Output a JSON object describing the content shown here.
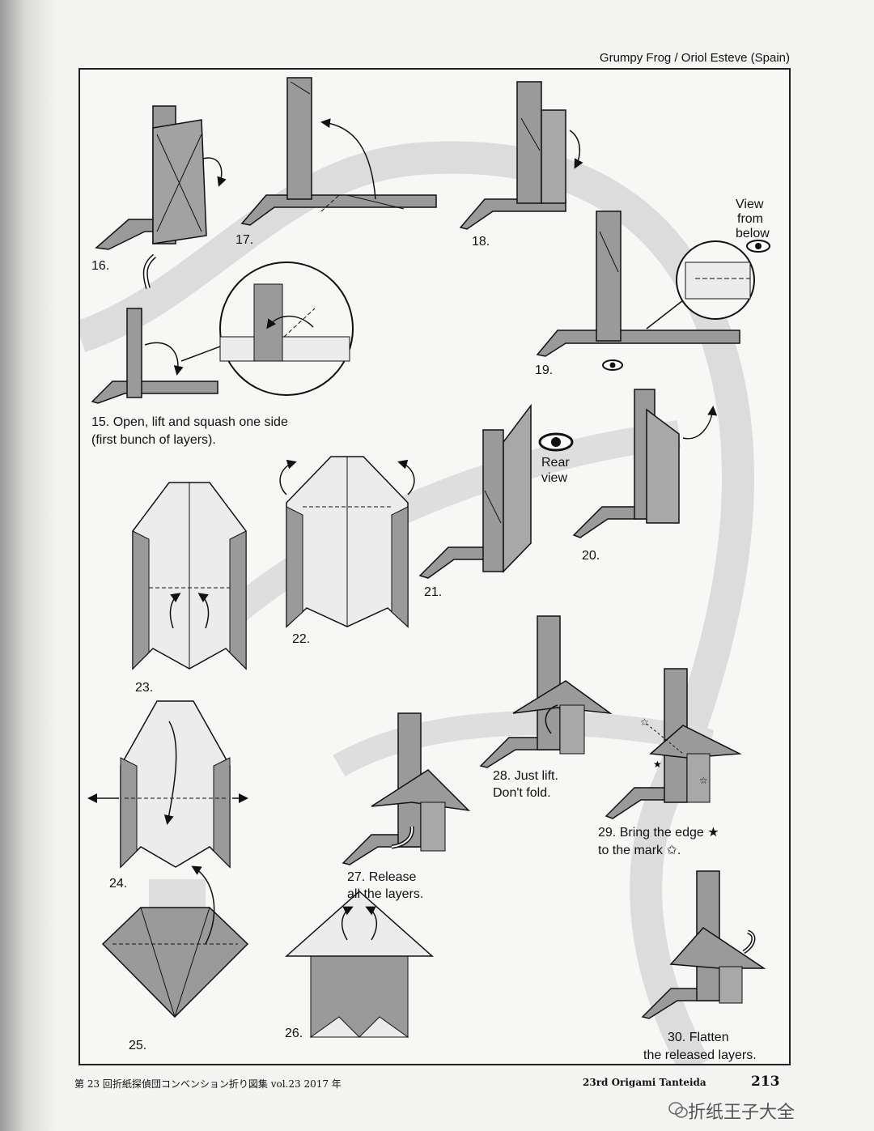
{
  "header": {
    "title": "Grumpy Frog / Oriol Esteve (Spain)"
  },
  "steps": {
    "s15": "15. Open, lift and squash one side",
    "s15b": "(first bunch of layers).",
    "s16": "16.",
    "s17": "17.",
    "s18": "18.",
    "s19": "19.",
    "s19_view1": "View",
    "s19_view2": "from",
    "s19_view3": "below",
    "s20": "20.",
    "s21": "21.",
    "s21_rear1": "Rear",
    "s21_rear2": "view",
    "s22": "22.",
    "s23": "23.",
    "s24": "24.",
    "s25": "25.",
    "s26": "26.",
    "s27": "27. Release",
    "s27b": "all the layers.",
    "s28": "28. Just lift.",
    "s28b": "Don't fold.",
    "s29": "29. Bring the edge ★",
    "s29b": "to the mark ✩.",
    "s30": "30. Flatten",
    "s30b": "the released layers."
  },
  "footer": {
    "left": "第 23 回折紙探偵団コンベンション折り図集 vol.23 2017 年",
    "right": "23rd Origami Tanteida",
    "page": "213",
    "watermark": "折纸王子大全"
  },
  "colors": {
    "paper_grey": "#9a9a9a",
    "paper_light": "#ececec",
    "line": "#111111"
  }
}
